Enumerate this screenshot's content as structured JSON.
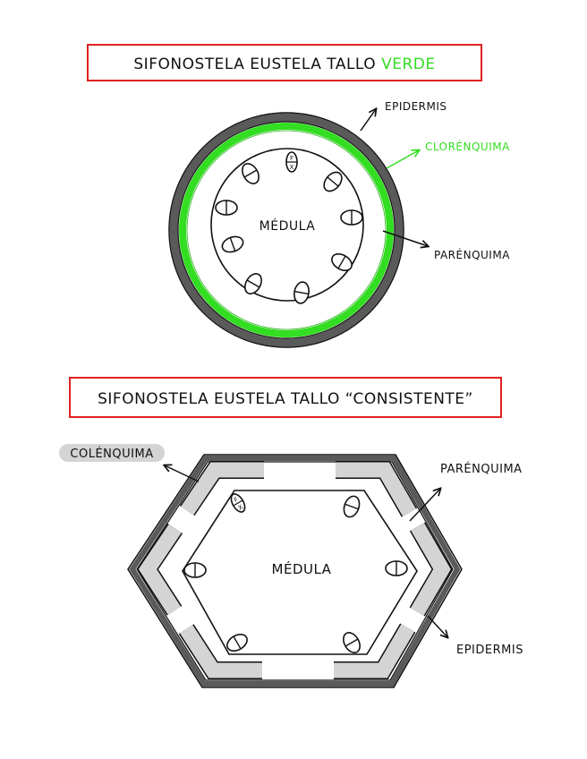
{
  "diagram1": {
    "title_prefix": "SIFONOSTELA EUSTELA TALLO",
    "title_highlight": "VERDE",
    "center_label": "MÉDULA",
    "labels": {
      "epidermis": "EPIDERMIS",
      "clorenquima": "CLORÉNQUIMA",
      "parenquima": "PARÉNQUIMA"
    },
    "bundle_marks": [
      "F",
      "X"
    ]
  },
  "diagram2": {
    "title": "SIFONOSTELA EUSTELA TALLO “CONSISTENTE”",
    "center_label": "MÉDULA",
    "labels": {
      "colenquima": "COLÉNQUIMA",
      "parenquima": "PARÉNQUIMA",
      "epidermis": "EPIDERMIS"
    },
    "bundle_marks": [
      "F",
      "X"
    ]
  },
  "colors": {
    "title_border": "#e02020",
    "green": "#33dd22",
    "epidermis": "#555555",
    "colenquima": "#d4d4d4"
  }
}
